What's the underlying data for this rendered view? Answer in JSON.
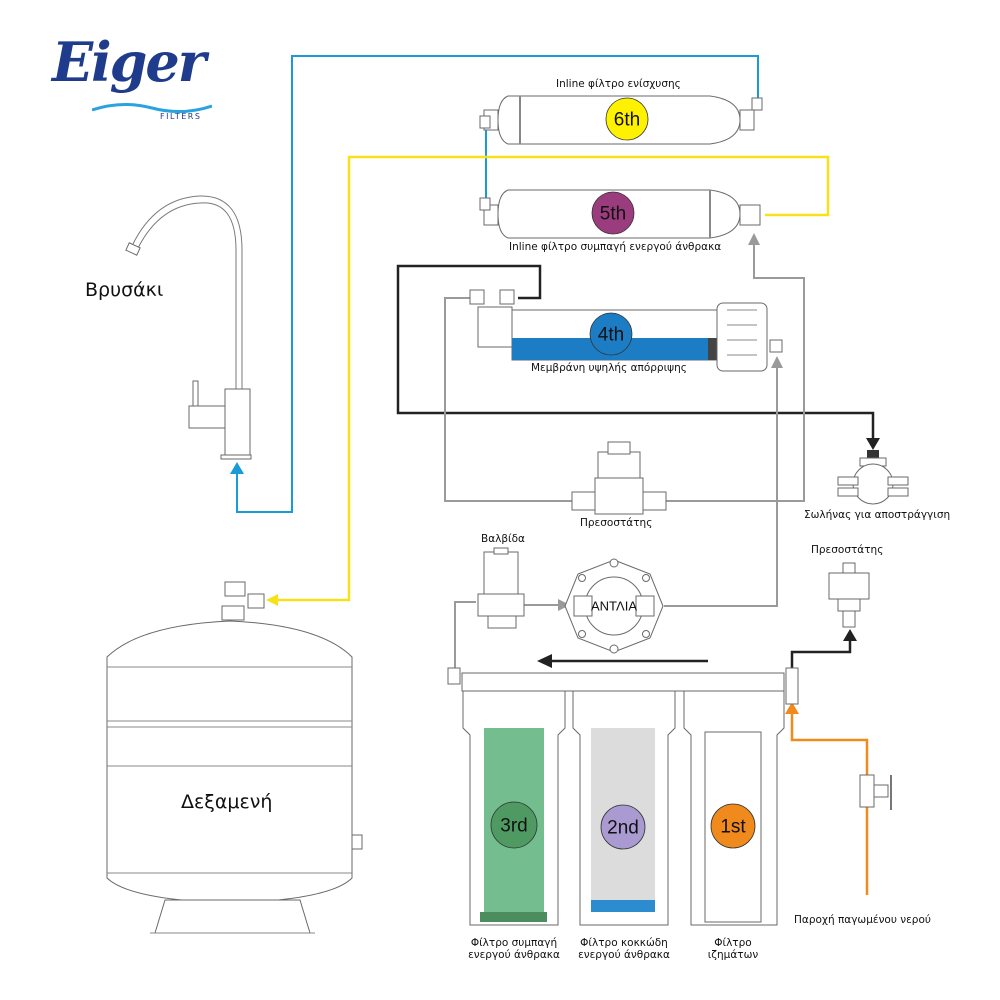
{
  "brand": {
    "logo_text": "Eiger",
    "logo_subtext": "FILTERS",
    "logo_color": "#1f3b8c",
    "wave_color": "#29a3e0"
  },
  "labels": {
    "faucet": "Βρυσάκι",
    "tank": "Δεξαμενή",
    "stage6": "Inline φίλτρο ενίσχυσης",
    "stage5": "Inline φίλτρο συμπαγή ενεργού άνθρακα",
    "stage4": "Μεμβράνη υψηλής απόρριψης",
    "pressure_switch_center": "Πρεσοστάτης",
    "drain_saddle": "Σωλήνας για αποστράγγιση",
    "valve": "Βαλβίδα",
    "pump": "ΑΝΤΛΙΑ",
    "pressure_switch_right": "Πρεσοστάτης",
    "feed_water": "Παροχή παγωμένου νερού",
    "stage3_line1": "Φίλτρο συμπαγή",
    "stage3_line2": "ενεργού άνθρακα",
    "stage2_line1": "Φίλτρο κοκκώδη",
    "stage2_line2": "ενεργού άνθρακα",
    "stage1_line1": "Φίλτρο",
    "stage1_line2": "ιζημάτων"
  },
  "stages": [
    {
      "id": "1st",
      "label": "1st",
      "color": "#f08a1c"
    },
    {
      "id": "2nd",
      "label": "2nd",
      "color": "#a99bd2"
    },
    {
      "id": "3rd",
      "label": "3rd",
      "color": "#4f9a63"
    },
    {
      "id": "4th",
      "label": "4th",
      "color": "#1c7cc4"
    },
    {
      "id": "5th",
      "label": "5th",
      "color": "#9b3c7e"
    },
    {
      "id": "6th",
      "label": "6th",
      "color": "#fff200"
    }
  ],
  "pipe_colors": {
    "product_water": "#1a9bd7",
    "tank_line": "#f7e21a",
    "drain_line": "#222222",
    "internal_line": "#9a9a9a",
    "feed_line": "#f08a1c"
  }
}
